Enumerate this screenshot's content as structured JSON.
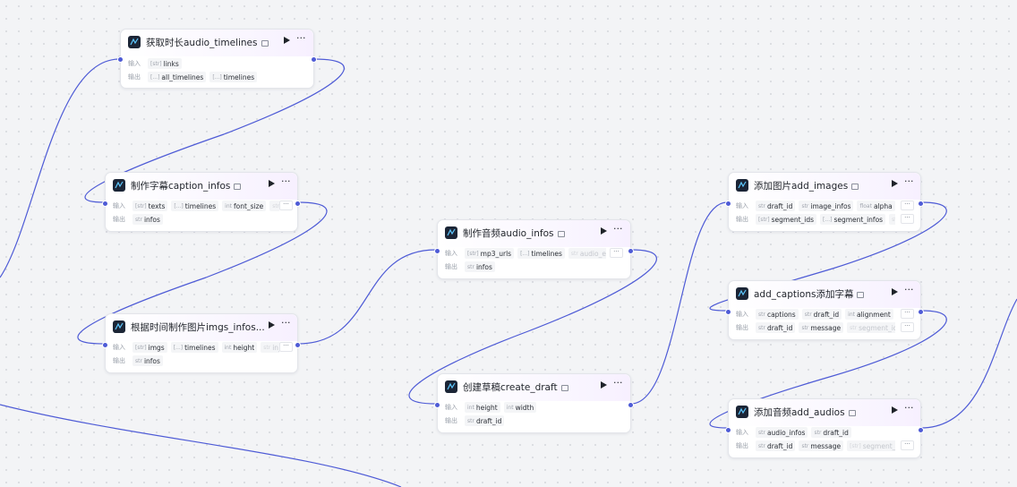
{
  "labels": {
    "input": "输入",
    "output": "输出",
    "more": "···"
  },
  "colors": {
    "edge": "#4e5bd6",
    "port": "#4e5bd6",
    "icon_bg": "#1b2536"
  },
  "nodes": [
    {
      "id": "get-duration",
      "title": "获取时长audio_timelines",
      "inputs": [
        {
          "type": "[str]",
          "name": "links"
        }
      ],
      "outputs": [
        {
          "type": "[...]",
          "name": "all_timelines"
        },
        {
          "type": "[...]",
          "name": "timelines"
        }
      ]
    },
    {
      "id": "caption-infos",
      "title": "制作字幕caption_infos",
      "inputs": [
        {
          "type": "[str]",
          "name": "texts"
        },
        {
          "type": "[...]",
          "name": "timelines"
        },
        {
          "type": "int",
          "name": "font_size"
        },
        {
          "type": "str",
          "name": "in"
        }
      ],
      "outputs": [
        {
          "type": "str",
          "name": "infos"
        }
      ]
    },
    {
      "id": "imgs-infos",
      "title": "根据时间制作图片imgs_infos...",
      "inputs": [
        {
          "type": "[str]",
          "name": "imgs"
        },
        {
          "type": "[...]",
          "name": "timelines"
        },
        {
          "type": "int",
          "name": "height"
        },
        {
          "type": "str",
          "name": "in_an"
        }
      ],
      "outputs": [
        {
          "type": "str",
          "name": "infos"
        }
      ]
    },
    {
      "id": "audio-infos",
      "title": "制作音频audio_infos",
      "inputs": [
        {
          "type": "[str]",
          "name": "mp3_urls"
        },
        {
          "type": "[...]",
          "name": "timelines"
        },
        {
          "type": "str",
          "name": "audio_effect"
        }
      ],
      "outputs": [
        {
          "type": "str",
          "name": "infos"
        }
      ]
    },
    {
      "id": "create-draft",
      "title": "创建草稿create_draft",
      "inputs": [
        {
          "type": "int",
          "name": "height"
        },
        {
          "type": "int",
          "name": "width"
        }
      ],
      "outputs": [
        {
          "type": "str",
          "name": "draft_id"
        }
      ]
    },
    {
      "id": "add-images",
      "title": "添加图片add_images",
      "inputs": [
        {
          "type": "str",
          "name": "draft_id"
        },
        {
          "type": "str",
          "name": "image_infos"
        },
        {
          "type": "float",
          "name": "alpha"
        },
        {
          "type": "flo",
          "name": ""
        }
      ],
      "outputs": [
        {
          "type": "[str]",
          "name": "segment_ids"
        },
        {
          "type": "[...]",
          "name": "segment_infos"
        },
        {
          "type": "str",
          "name": "dra"
        }
      ]
    },
    {
      "id": "add-captions",
      "title": "add_captions添加字幕",
      "inputs": [
        {
          "type": "str",
          "name": "captions"
        },
        {
          "type": "str",
          "name": "draft_id"
        },
        {
          "type": "int",
          "name": "alignment"
        }
      ],
      "outputs": [
        {
          "type": "str",
          "name": "draft_id"
        },
        {
          "type": "str",
          "name": "message"
        },
        {
          "type": "str",
          "name": "segment_ids"
        }
      ]
    },
    {
      "id": "add-audios",
      "title": "添加音频add_audios",
      "inputs": [
        {
          "type": "str",
          "name": "audio_infos"
        },
        {
          "type": "str",
          "name": "draft_id"
        }
      ],
      "outputs": [
        {
          "type": "str",
          "name": "draft_id"
        },
        {
          "type": "str",
          "name": "message"
        },
        {
          "type": "[str]",
          "name": "segment_ids"
        }
      ]
    }
  ]
}
